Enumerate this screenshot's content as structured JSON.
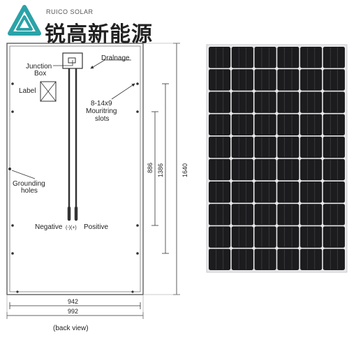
{
  "brand": {
    "name_en": "RUICO SOLAR",
    "name_cn": "锐高新能源",
    "accent_color": "#2aa3a8"
  },
  "drawing": {
    "labels": {
      "junction_box_1": "Junction",
      "junction_box_2": "Box",
      "label": "Label",
      "drainage": "Dralnage",
      "slots_1": "8-14x9",
      "slots_2": "Mouritring",
      "slots_3": "slots",
      "grounding_1": "Grounding",
      "grounding_2": "holes",
      "negative": "Negative",
      "polarity": "(-)(+)",
      "positive": "Positive",
      "view": "(back view)"
    },
    "dimensions": {
      "d886": "886",
      "d1386": "1386",
      "d1640": "1640",
      "d942": "942",
      "d992": "992"
    }
  },
  "panel": {
    "cell_color": "#1c1c1e",
    "columns": 6,
    "rows": 10
  }
}
